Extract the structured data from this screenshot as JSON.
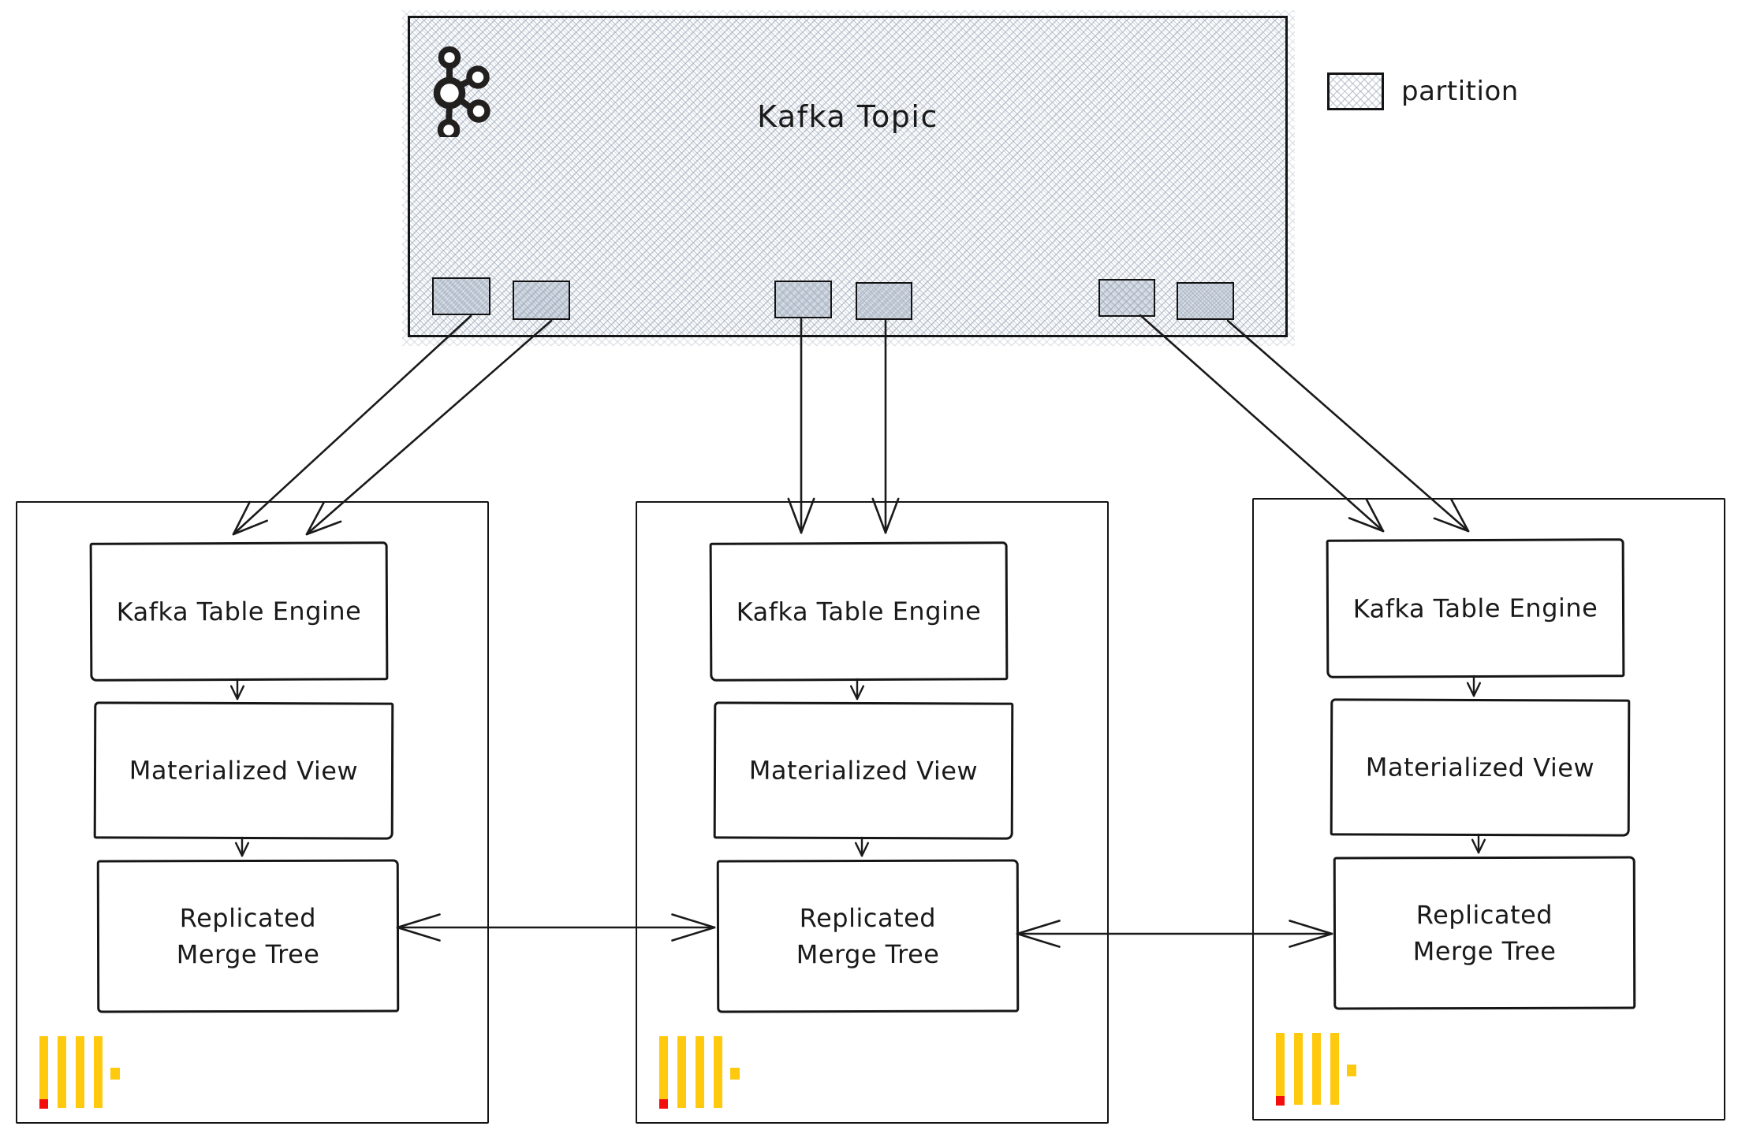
{
  "diagram": {
    "kafka_topic": {
      "title": "Kafka Topic",
      "icon": "apache-kafka-logo",
      "partitions": [
        "partition-1",
        "partition-2",
        "partition-3",
        "partition-4",
        "partition-5",
        "partition-6"
      ]
    },
    "legend": {
      "label": "partition",
      "swatch": "crosshatch-swatch"
    },
    "nodes": [
      {
        "id": "clickhouse-replica-1",
        "kafka_table_engine_label": "Kafka Table Engine",
        "materialized_view_label": "Materialized View",
        "replicated_merge_tree_lines": [
          "Replicated",
          "Merge Tree"
        ],
        "logo": "clickhouse-logo"
      },
      {
        "id": "clickhouse-replica-2",
        "kafka_table_engine_label": "Kafka Table Engine",
        "materialized_view_label": "Materialized View",
        "replicated_merge_tree_lines": [
          "Replicated",
          "Merge Tree"
        ],
        "logo": "clickhouse-logo"
      },
      {
        "id": "clickhouse-replica-3",
        "kafka_table_engine_label": "Kafka Table Engine",
        "materialized_view_label": "Materialized View",
        "replicated_merge_tree_lines": [
          "Replicated",
          "Merge Tree"
        ],
        "logo": "clickhouse-logo"
      }
    ],
    "colors": {
      "hatch_line": "#a4b0c0",
      "ink": "#1a1a1a",
      "clickhouse_yellow": "#ffc90e",
      "clickhouse_red": "#f40d0d"
    }
  }
}
